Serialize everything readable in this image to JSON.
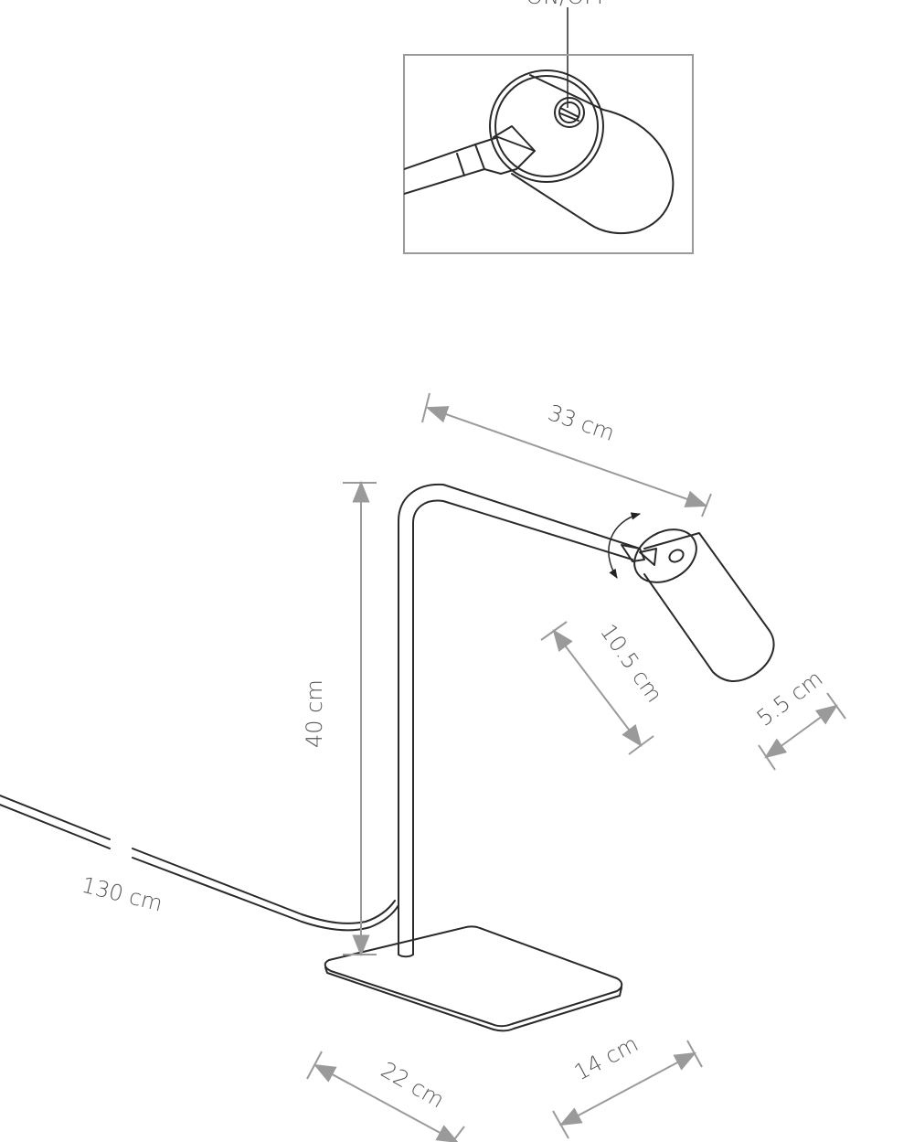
{
  "diagram": {
    "inset_label": "ON/OFF",
    "dimensions": {
      "arm_length": "33 cm",
      "height": "40 cm",
      "head_length": "10.5 cm",
      "head_diameter": "5.5 cm",
      "cable_length": "130 cm",
      "base_length": "22 cm",
      "base_width": "14 cm"
    }
  }
}
